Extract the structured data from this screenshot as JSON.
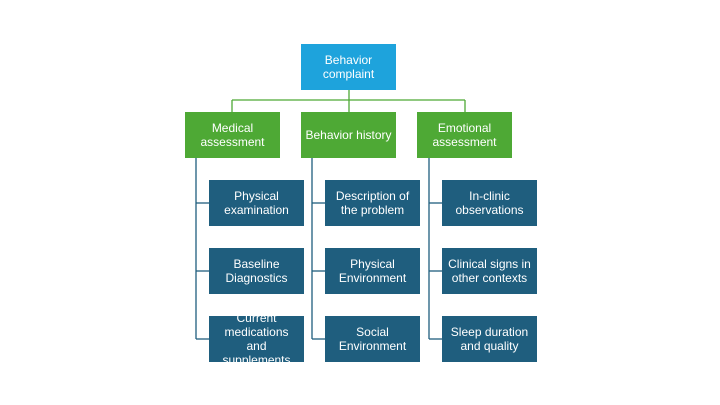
{
  "root": {
    "label": "Behavior\ncomplaint"
  },
  "categories": [
    {
      "label": "Medical\nassessment",
      "items": [
        "Physical\nexamination",
        "Baseline\nDiagnostics",
        "Current\nmedications and\nsupplements"
      ]
    },
    {
      "label": "Behavior history",
      "items": [
        "Description of\nthe problem",
        "Physical\nEnvironment",
        "Social\nEnvironment"
      ]
    },
    {
      "label": "Emotional\nassessment",
      "items": [
        "In-clinic\nobservations",
        "Clinical signs in\nother contexts",
        "Sleep duration\nand quality"
      ]
    }
  ],
  "colors": {
    "root": "#1EA3DC",
    "category": "#4EA935",
    "item": "#1F5E7E",
    "connector": "#4EA935"
  }
}
